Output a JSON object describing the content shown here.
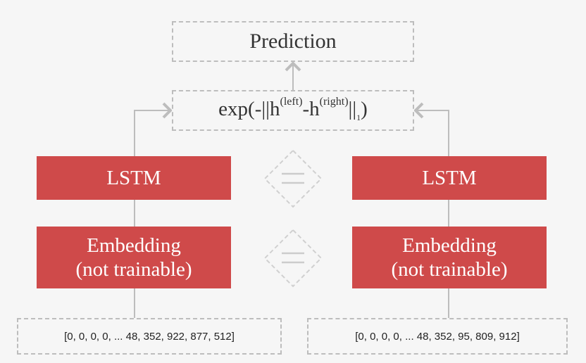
{
  "prediction": {
    "label": "Prediction"
  },
  "similarity": {
    "prefix": "exp(-||h",
    "left_sup": "(left)",
    "minus": "-h",
    "right_sup": "(right)",
    "bars": "||",
    "sub": "1",
    "suffix": ")"
  },
  "left_branch": {
    "lstm": "LSTM",
    "embedding_line1": "Embedding",
    "embedding_line2": "(not trainable)",
    "sequence": "[0, 0, 0, 0, ... 48, 352, 922, 877, 512]"
  },
  "right_branch": {
    "lstm": "LSTM",
    "embedding_line1": "Embedding",
    "embedding_line2": "(not trainable)",
    "sequence": "[0, 0, 0, 0, ... 48, 352, 95, 809, 912]"
  },
  "colors": {
    "layer_fill": "#cf4a4a",
    "connector": "#bdbdbd",
    "background": "#f6f6f6"
  }
}
